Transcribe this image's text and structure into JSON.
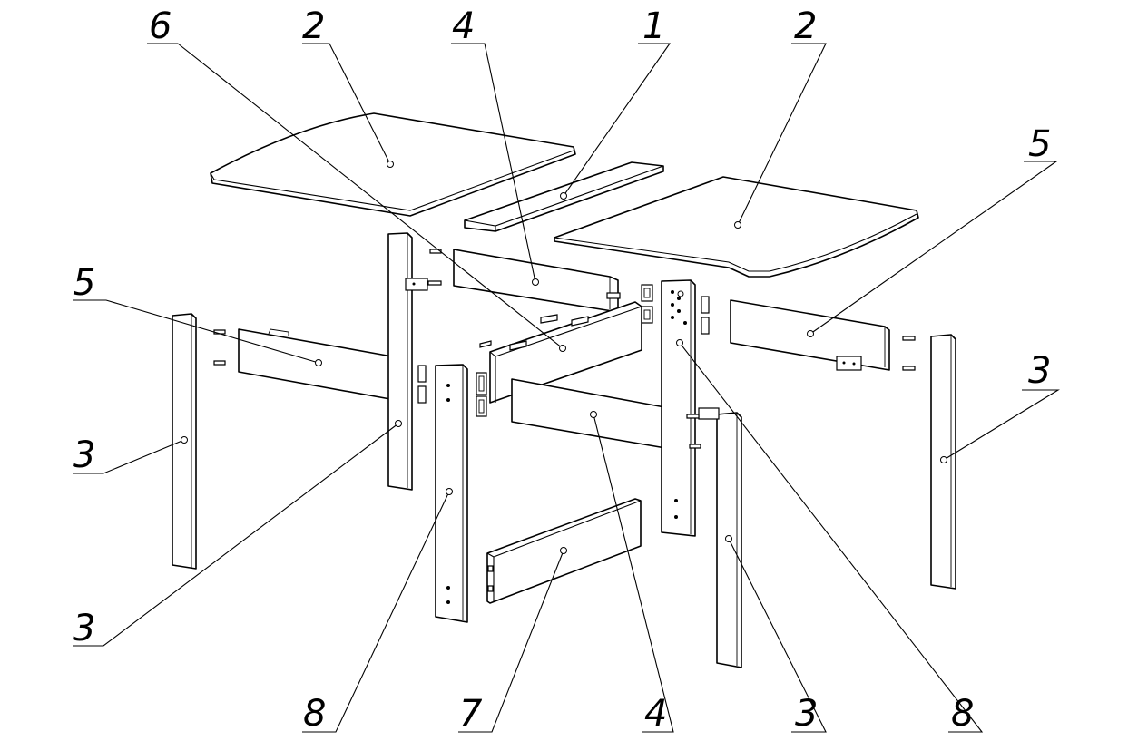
{
  "callouts": [
    {
      "id": "c-top-6",
      "label": "6"
    },
    {
      "id": "c-top-2a",
      "label": "2"
    },
    {
      "id": "c-top-4",
      "label": "4"
    },
    {
      "id": "c-top-1",
      "label": "1"
    },
    {
      "id": "c-top-2b",
      "label": "2"
    },
    {
      "id": "c-right-5",
      "label": "5"
    },
    {
      "id": "c-right-3",
      "label": "3"
    },
    {
      "id": "c-left-5",
      "label": "5"
    },
    {
      "id": "c-left-3a",
      "label": "3"
    },
    {
      "id": "c-left-3b",
      "label": "3"
    },
    {
      "id": "c-bot-8a",
      "label": "8"
    },
    {
      "id": "c-bot-7",
      "label": "7"
    },
    {
      "id": "c-bot-4",
      "label": "4"
    },
    {
      "id": "c-bot-3",
      "label": "3"
    },
    {
      "id": "c-bot-8b",
      "label": "8"
    }
  ]
}
